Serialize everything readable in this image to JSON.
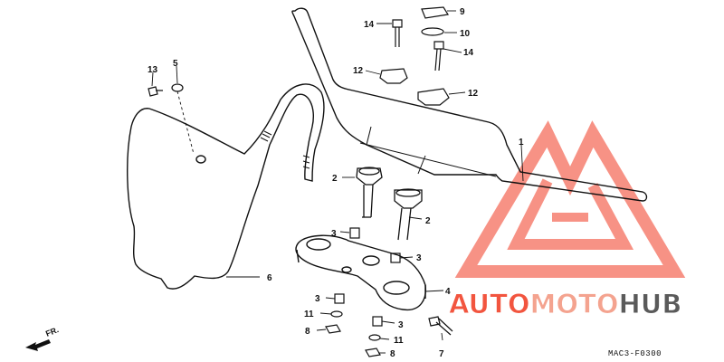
{
  "diagram": {
    "code": "MAC3-F0300",
    "direction_label": "FR.",
    "callouts": [
      "1",
      "2",
      "2",
      "3",
      "3",
      "3",
      "3",
      "4",
      "5",
      "6",
      "7",
      "8",
      "8",
      "9",
      "10",
      "11",
      "11",
      "12",
      "12",
      "13",
      "14",
      "14"
    ]
  },
  "watermark": {
    "brand_word_1": "AUTO",
    "brand_word_2": "MOTO",
    "brand_word_3": "HUB",
    "colors": {
      "auto": "#f2553f",
      "moto": "#f4a38f",
      "hub": "#5a5a5a",
      "triangle": "#f46e5c"
    }
  }
}
